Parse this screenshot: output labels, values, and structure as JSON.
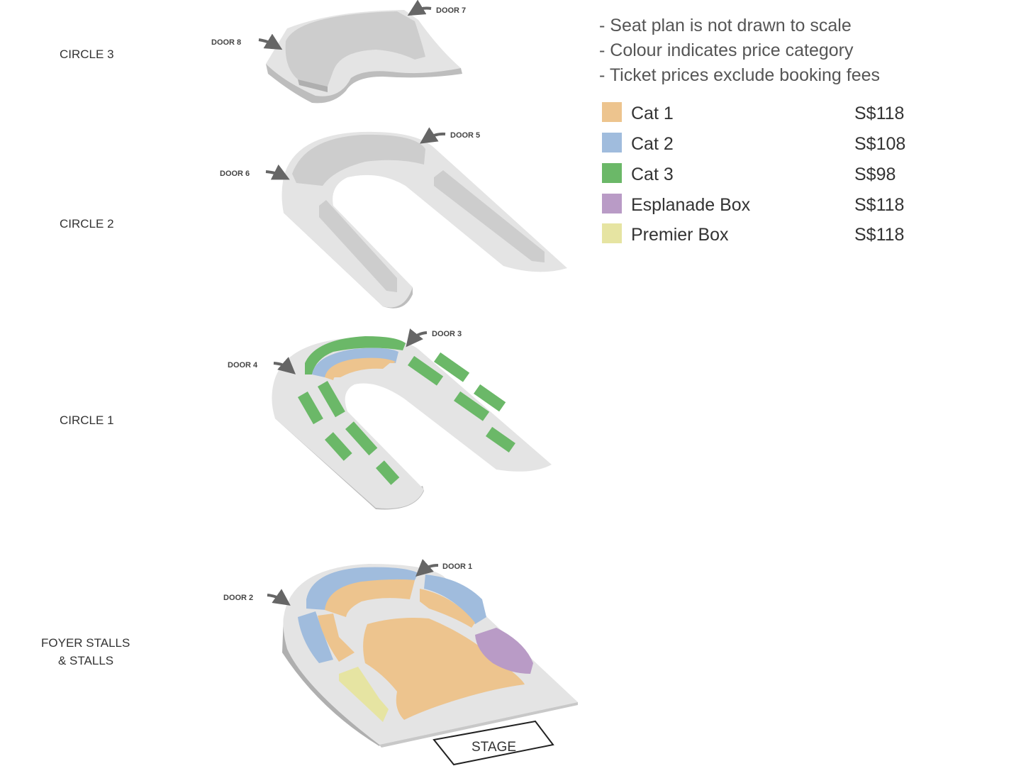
{
  "levels": {
    "circle3": "CIRCLE 3",
    "circle2": "CIRCLE 2",
    "circle1": "CIRCLE 1",
    "stalls_line1": "FOYER STALLS",
    "stalls_line2": "& STALLS"
  },
  "doors": {
    "d1": "DOOR 1",
    "d2": "DOOR 2",
    "d3": "DOOR 3",
    "d4": "DOOR 4",
    "d5": "DOOR 5",
    "d6": "DOOR 6",
    "d7": "DOOR 7",
    "d8": "DOOR 8"
  },
  "stage": "STAGE",
  "notes": [
    "- Seat plan is not drawn to scale",
    "- Colour indicates price category",
    "- Ticket prices exclude booking fees"
  ],
  "legend": [
    {
      "label": "Cat 1",
      "price": "S$118",
      "color": "#EDC48E"
    },
    {
      "label": "Cat 2",
      "price": "S$108",
      "color": "#A0BCDD"
    },
    {
      "label": "Cat 3",
      "price": "S$98",
      "color": "#6BB868"
    },
    {
      "label": "Esplanade Box",
      "price": "S$118",
      "color": "#B99BC6"
    },
    {
      "label": "Premier Box",
      "price": "S$118",
      "color": "#E6E4A2"
    }
  ]
}
